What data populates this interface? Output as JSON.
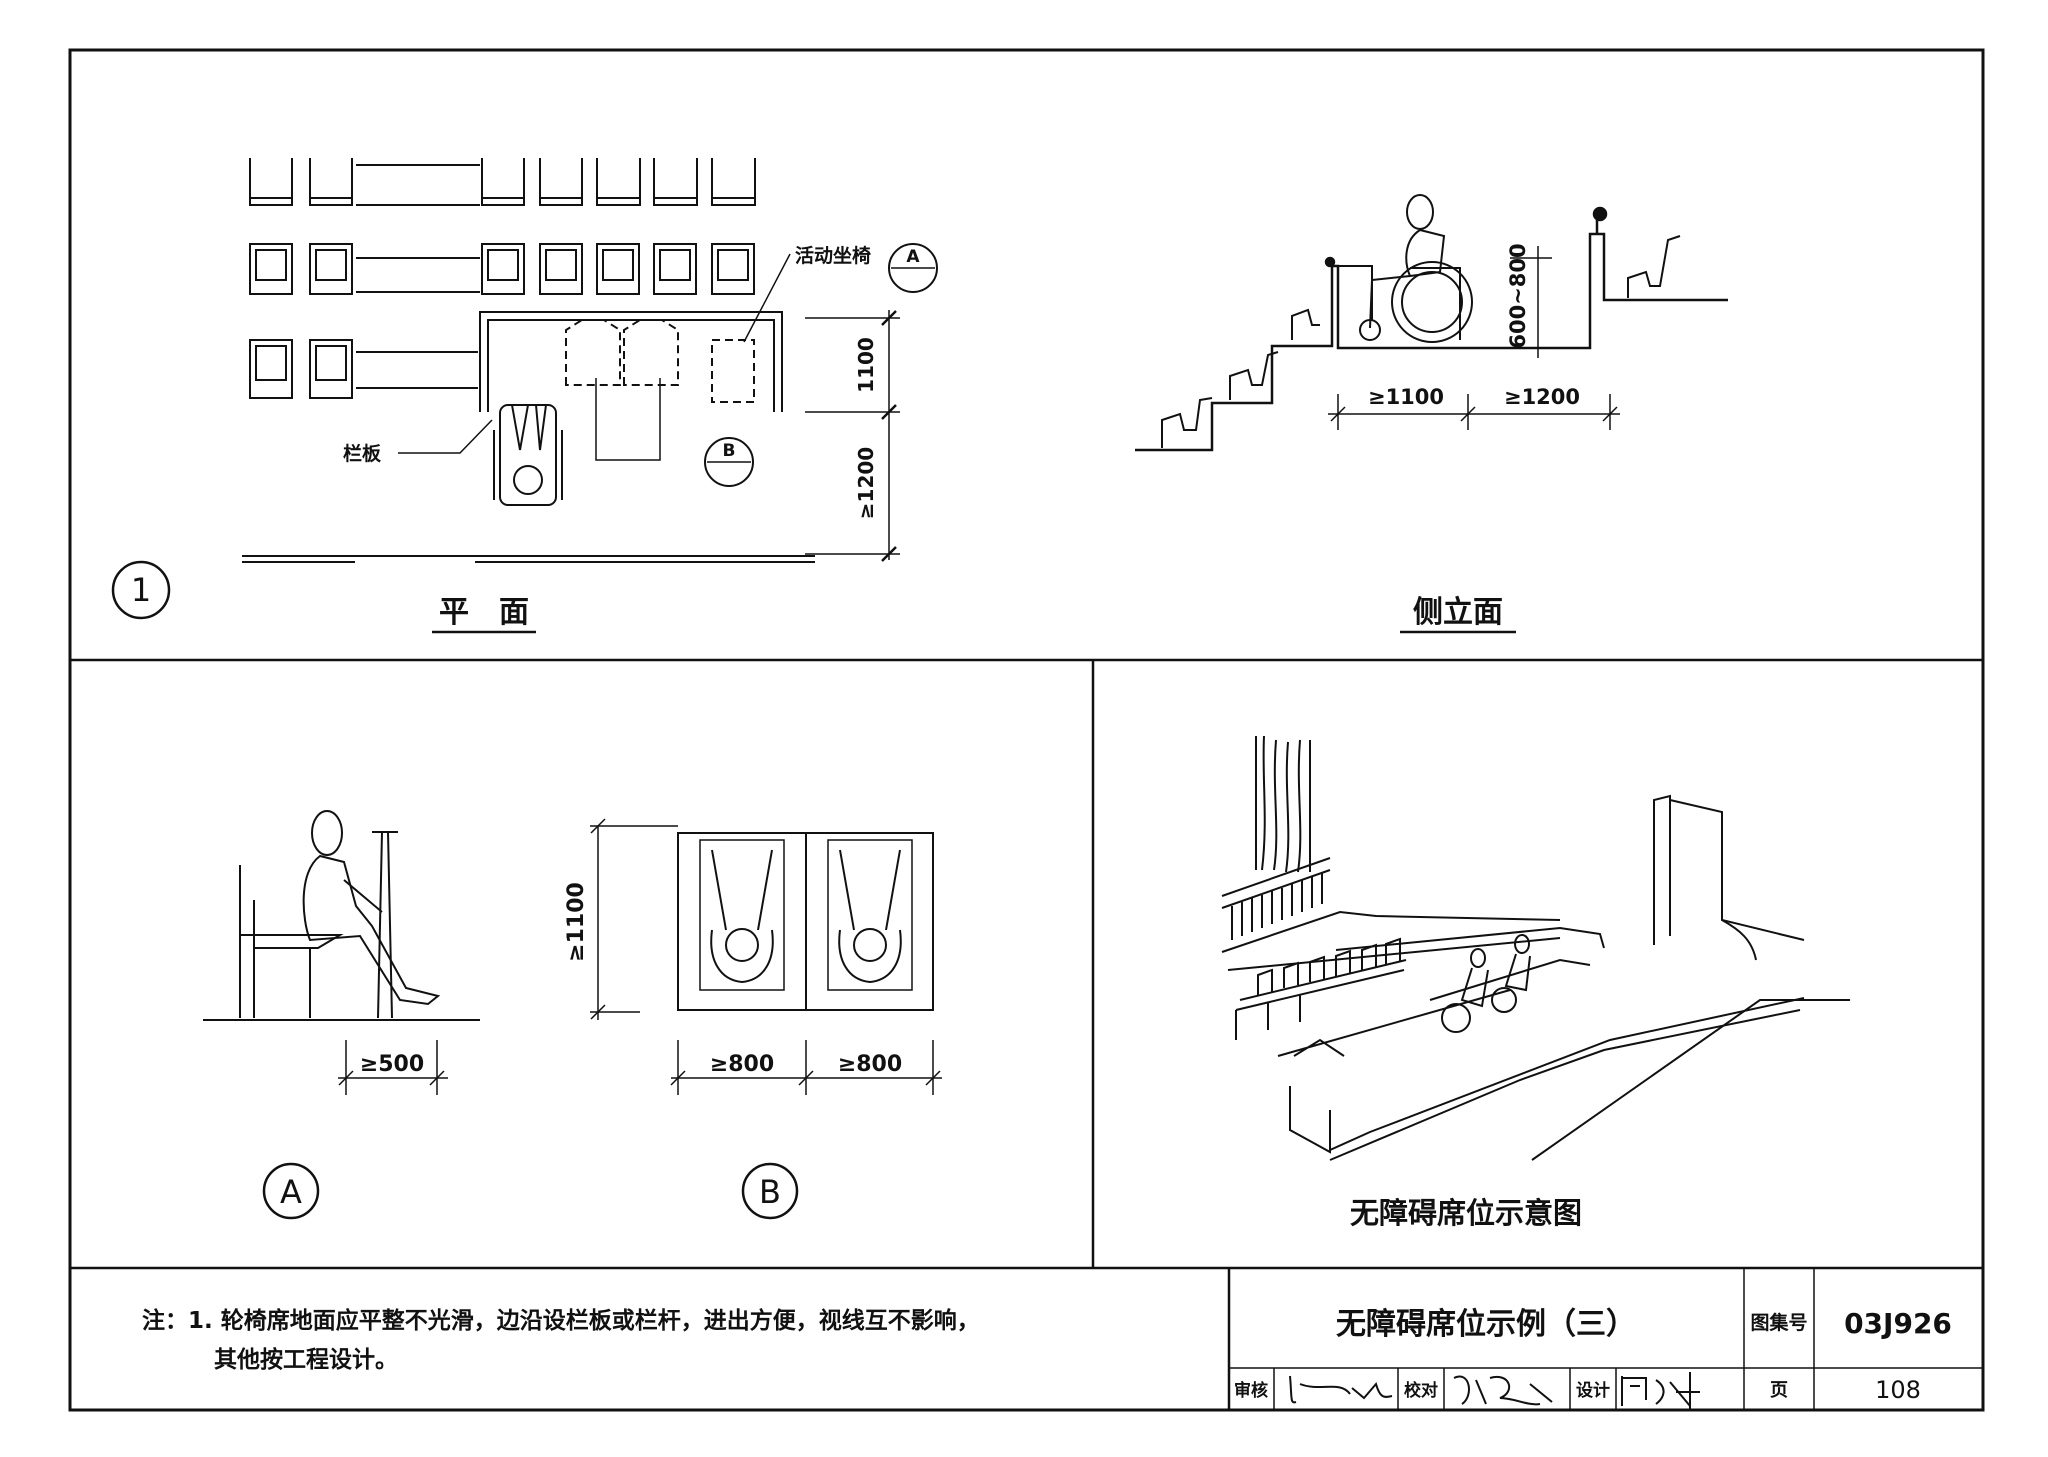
{
  "plan_view": {
    "title": "平　面",
    "labels": {
      "movable_seat": "活动坐椅",
      "barrier_board": "栏板"
    },
    "callouts": {
      "a": "A",
      "b": "B"
    },
    "dims": {
      "d1": "1100",
      "d2": "≥1200"
    }
  },
  "side_elevation": {
    "title": "侧立面",
    "dims": {
      "d1": "≥1100",
      "d2": "≥1200",
      "d3": "600~800"
    }
  },
  "figure_number": "1",
  "detail_a": {
    "label": "A",
    "dim": "≥500"
  },
  "detail_b": {
    "label": "B",
    "dims": {
      "height": "≥1100",
      "w1": "≥800",
      "w2": "≥800"
    }
  },
  "perspective": {
    "caption": "无障碍席位示意图"
  },
  "notes": {
    "line1": "注：1. 轮椅席地面应平整不光滑，边沿设栏板或栏杆，进出方便，视线互不影响，",
    "line2": "其他按工程设计。"
  },
  "title_block": {
    "title": "无障碍席位示例（三）",
    "atlas_label": "图集号",
    "atlas_no": "03J926",
    "review_label": "审核",
    "check_label": "校对",
    "design_label": "设计",
    "page_label": "页",
    "page_no": "108"
  }
}
